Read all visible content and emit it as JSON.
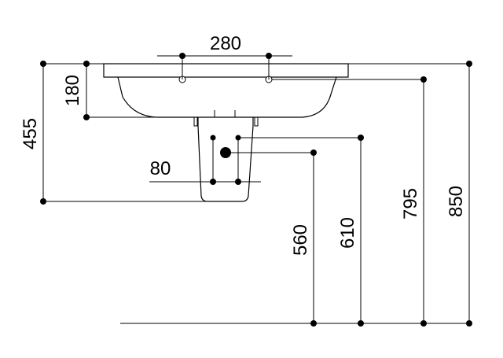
{
  "dimensions": {
    "tap_hole_spacing": "280",
    "basin_depth": "180",
    "overall_height": "455",
    "pedestal_holes": "80",
    "height_560": "560",
    "height_610": "610",
    "height_795": "795",
    "height_850": "850"
  },
  "colors": {
    "line": "#000000",
    "background": "#ffffff"
  }
}
